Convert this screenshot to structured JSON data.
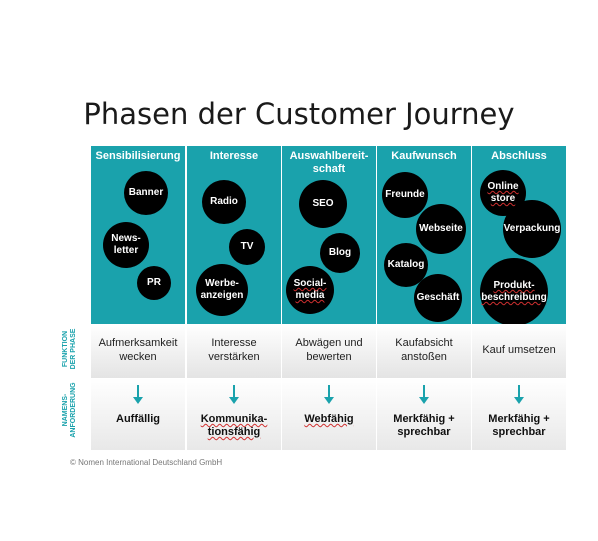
{
  "title": "Phasen der Customer Journey",
  "side_labels": {
    "function": [
      "FUNKTION",
      "DER PHASE"
    ],
    "requirement": [
      "NAMENS-",
      "ANFORDERUNG"
    ]
  },
  "phases": [
    {
      "title": "Sensibilisierung",
      "bubbles": [
        "Banner",
        "News-\nletter",
        "PR"
      ],
      "function": "Aufmerksamkeit\nwecken",
      "requirement": "Auffällig"
    },
    {
      "title": "Interesse",
      "bubbles": [
        "Radio",
        "TV",
        "Werbe-\nanzeigen"
      ],
      "function": "Interesse\nverstärken",
      "requirement": "Kommunika-\ntionsfähig"
    },
    {
      "title": "Auswahlbereit-\nschaft",
      "bubbles": [
        "SEO",
        "Blog",
        "Social-\nmedia"
      ],
      "function": "Abwägen und\nbewerten",
      "requirement": "Webfähig"
    },
    {
      "title": "Kaufwunsch",
      "bubbles": [
        "Freunde",
        "Webseite",
        "Katalog",
        "Geschäft"
      ],
      "function": "Kaufabsicht\nanstoßen",
      "requirement": "Merkfähig +\nsprechbar"
    },
    {
      "title": "Abschluss",
      "bubbles": [
        "Online\nstore",
        "Verpackung",
        "Produkt-\nbeschreibung"
      ],
      "function": "Kauf umsetzen",
      "requirement": "Merkfähig +\nsprechbar"
    }
  ],
  "copyright": "© Nomen International Deutschland GmbH",
  "colors": {
    "teal": "#1aa2ac",
    "bubble": "#000000",
    "underline": "#d03030"
  }
}
